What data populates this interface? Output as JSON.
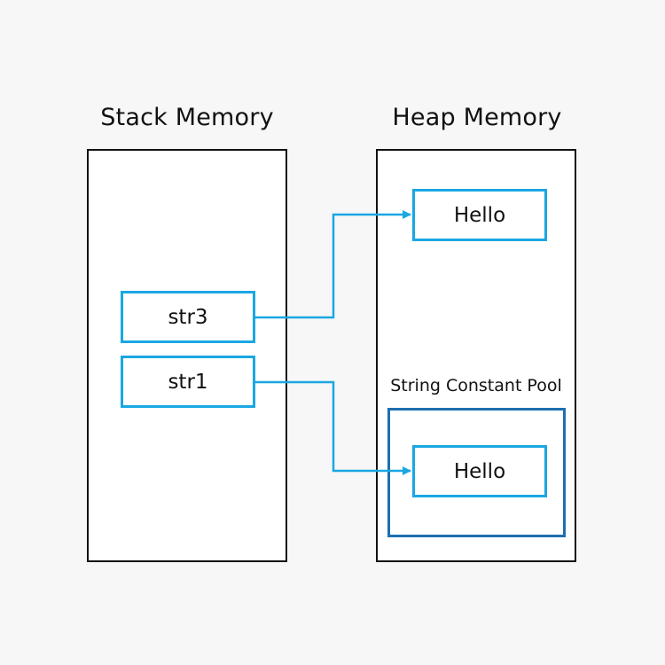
{
  "stack": {
    "title": "Stack Memory",
    "variables": [
      "str3",
      "str1"
    ]
  },
  "heap": {
    "title": "Heap Memory",
    "object_value": "Hello",
    "pool": {
      "label": "String Constant Pool",
      "value": "Hello"
    }
  },
  "colors": {
    "arrow": "#1aa7e2",
    "box_border": "#1aa7e2",
    "pool_border": "#1d6fb0",
    "container_border": "#111111"
  }
}
